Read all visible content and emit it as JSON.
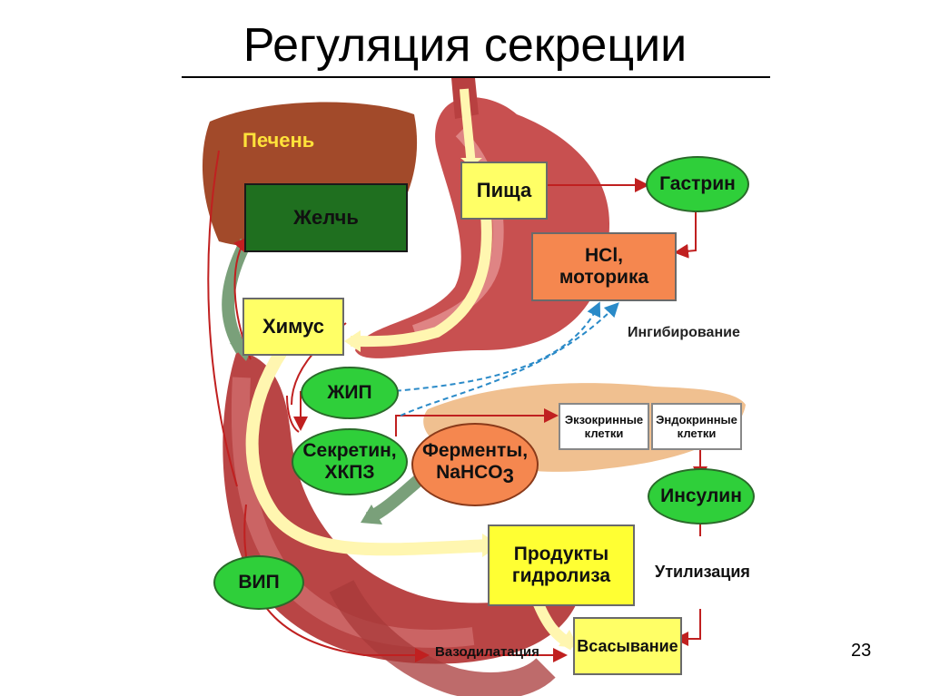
{
  "slide": {
    "title": "Регуляция секреции",
    "page_number": "23"
  },
  "colors": {
    "liver": "#a24a2a",
    "bile_box": "#1f6f1f",
    "yellow_box": "#ffff66",
    "hormone_oval": "#2fcf3a",
    "orange": "#f5874f",
    "stomach": "#c85050",
    "pancreas": "#f0c090",
    "arrow_red": "#c02020",
    "arrow_green": "#7aa07a",
    "arrow_yellow": "#fff6b0",
    "inhibit_blue": "#2a8ac8"
  },
  "diagram": {
    "liver_label": "Печень",
    "bile": "Желчь",
    "food": "Пища",
    "gastrin": "Гастрин",
    "hcl": "НCl,",
    "motility": "моторика",
    "inhibition": "Ингибирование",
    "chyme": "Химус",
    "gip": "ЖИП",
    "exocrine": "Экзокринные клетки",
    "endocrine": "Эндокринные клетки",
    "secretin": "Секретин,",
    "cck": "ХКПЗ",
    "enzymes": "Ферменты,",
    "bicarb": "NaHCO",
    "bicarb_sub": "3",
    "insulin": "Инсулин",
    "hydrolysis_1": "Продукты",
    "hydrolysis_2": "гидролиза",
    "utilization": "Утилизация",
    "vip": "ВИП",
    "absorption": "Всасывание",
    "vasodilation": "Вазодилатация"
  }
}
